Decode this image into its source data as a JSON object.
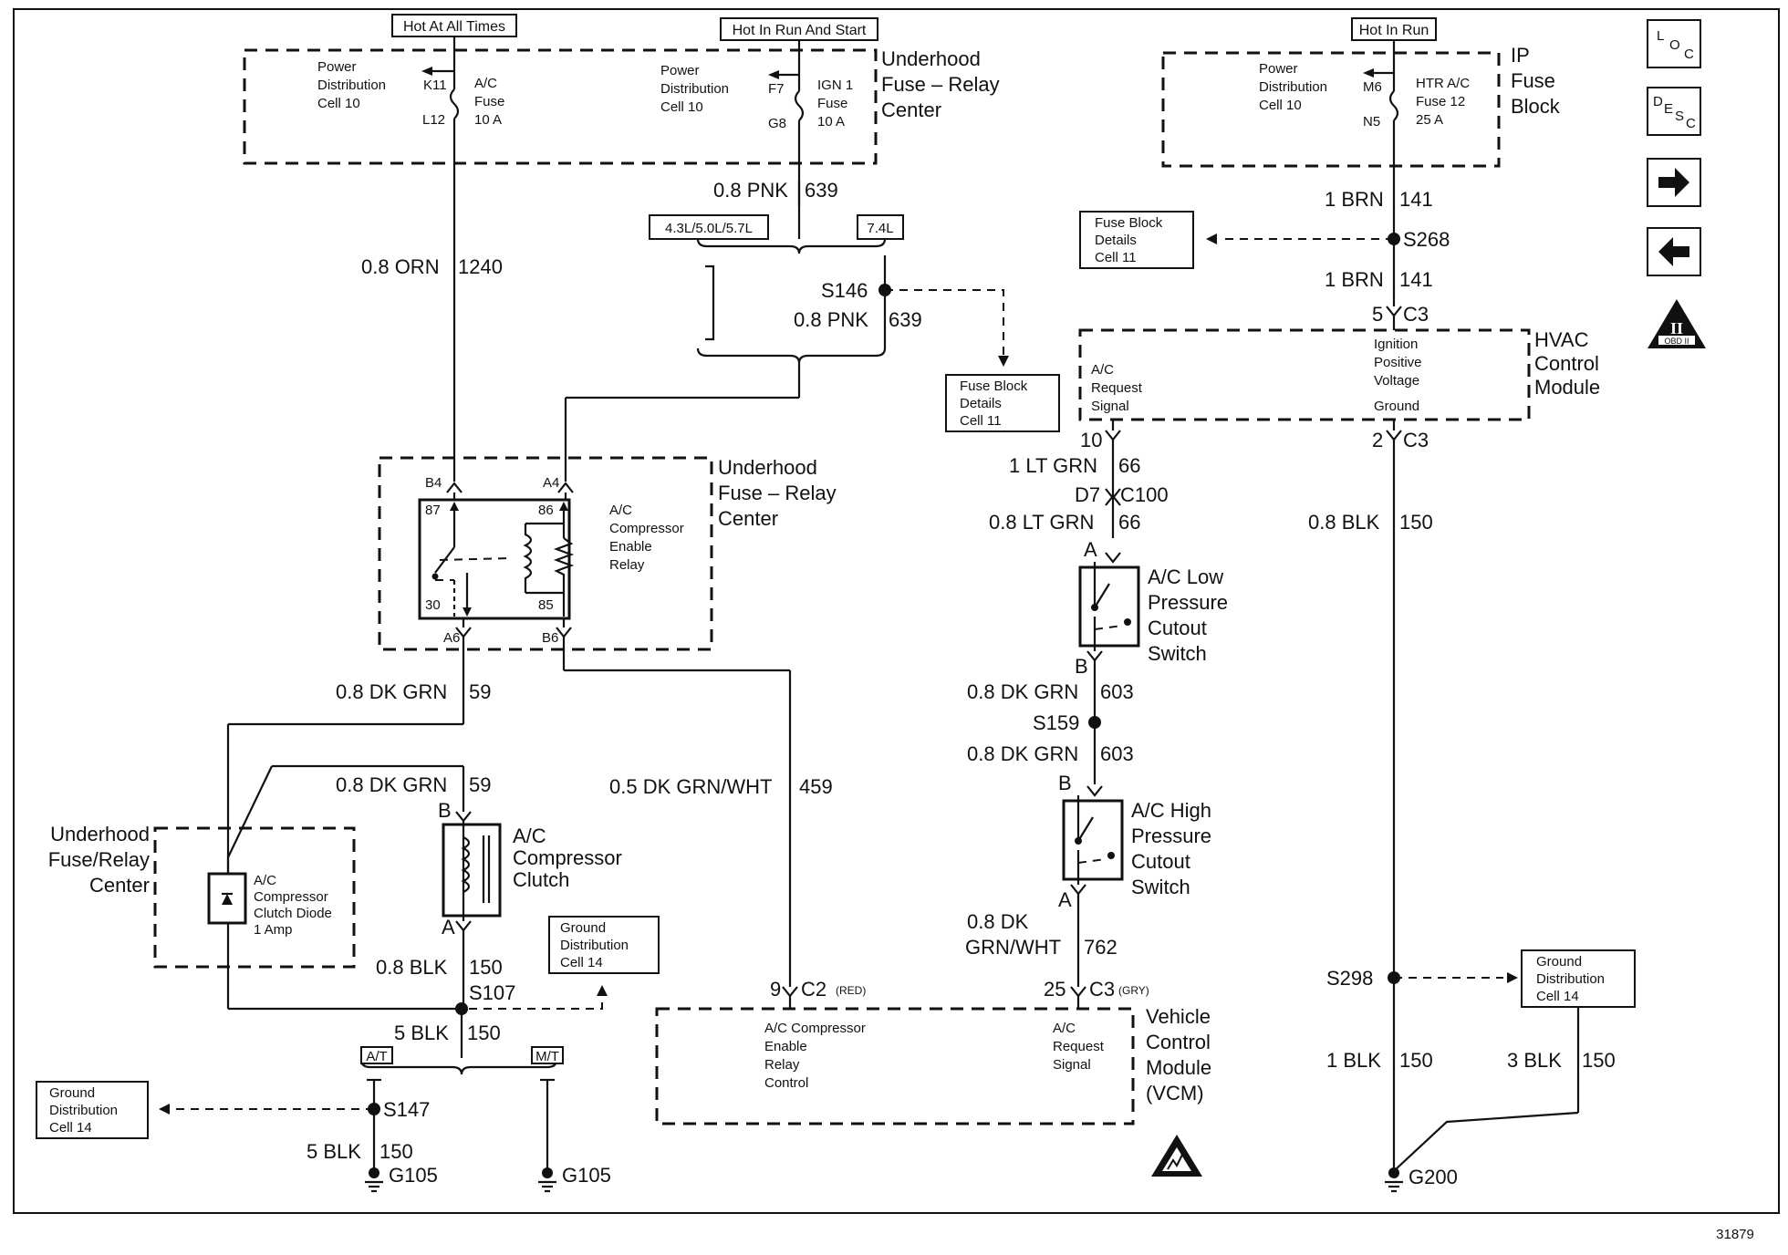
{
  "power_labels": {
    "hot_all_times": "Hot At All Times",
    "hot_run_start": "Hot In Run And Start",
    "hot_run": "Hot In Run"
  },
  "nav": {
    "loc_l": "L",
    "loc_o": "O",
    "loc_c": "C",
    "desc_d": "D",
    "desc_e": "E",
    "desc_s": "S",
    "desc_c": "C",
    "obd_big": "II",
    "obd_small": "OBD II"
  },
  "fuse_relay_left": {
    "title": [
      "Underhood",
      "Fuse – Relay",
      "Center"
    ],
    "pd1": [
      "Power",
      "Distribution",
      "Cell 10"
    ],
    "k11": "K11",
    "l12": "L12",
    "fuse_ac": [
      "A/C",
      "Fuse",
      "10 A"
    ],
    "pd2": [
      "Power",
      "Distribution",
      "Cell 10"
    ],
    "f7": "F7",
    "g8": "G8",
    "fuse_ign": [
      "IGN 1",
      "Fuse",
      "10 A"
    ]
  },
  "ip_block": {
    "title": [
      "IP",
      "Fuse",
      "Block"
    ],
    "pd": [
      "Power",
      "Distribution",
      "Cell 10"
    ],
    "m6": "M6",
    "n5": "N5",
    "fuse": [
      "HTR A/C",
      "Fuse 12",
      "25 A"
    ]
  },
  "wires": {
    "w639_top": "0.8 PNK",
    "w639_top_n": "639",
    "engine_a": "4.3L/5.0L/5.7L",
    "engine_b": "7.4L",
    "s146": "S146",
    "w639_mid": "0.8 PNK",
    "w639_mid_n": "639",
    "w1240": "0.8 ORN",
    "w1240_n": "1240",
    "w141a": "1 BRN",
    "w141a_n": "141",
    "s268": "S268",
    "w141b": "1 BRN",
    "w141b_n": "141",
    "c3_5": "5",
    "c3_5b": "C3",
    "c3_10": "10",
    "c3_2": "2",
    "c3_2b": "C3",
    "w66a": "1 LT GRN",
    "w66a_n": "66",
    "d7": "D7",
    "c100": "C100",
    "w66b": "0.8 LT GRN",
    "w66b_n": "66",
    "w150_vcm": "0.8 BLK",
    "w150_vcm_n": "150",
    "w59a": "0.8 DK GRN",
    "w59a_n": "59",
    "w59b": "0.8 DK GRN",
    "w59b_n": "59",
    "w459": "0.5 DK GRN/WHT",
    "w459_n": "459",
    "w603a": "0.8 DK GRN",
    "w603a_n": "603",
    "s159": "S159",
    "w603b": "0.8 DK GRN",
    "w603b_n": "603",
    "w762a": "0.8 DK",
    "w762b": "GRN/WHT",
    "w762_n": "762",
    "w150_clutch": "0.8 BLK",
    "w150_clutch_n": "150",
    "s107": "S107",
    "w150_5a": "5 BLK",
    "w150_5a_n": "150",
    "at": "A/T",
    "mt": "M/T",
    "s147": "S147",
    "w150_5b": "5 BLK",
    "w150_5b_n": "150",
    "g105a": "G105",
    "g105b": "G105",
    "c2_9": "9",
    "c2": "C2",
    "c2_red": "(RED)",
    "c3_25": "25",
    "c3": "C3",
    "c3_gry": "(GRY)",
    "s298": "S298",
    "w150_1": "1 BLK",
    "w150_1_n": "150",
    "w150_3": "3 BLK",
    "w150_3_n": "150",
    "g200": "G200",
    "pin_a": "A",
    "pin_b": "B",
    "pin_b4": "B4",
    "pin_a4": "A4",
    "pin_a6": "A6",
    "pin_b6": "B6"
  },
  "refs": {
    "fb_top": [
      "Fuse Block",
      "Details",
      "Cell 11"
    ],
    "fb_mid": [
      "Fuse Block",
      "Details",
      "Cell 11"
    ],
    "gd_mid": [
      "Ground",
      "Distribution",
      "Cell 14"
    ],
    "gd_left": [
      "Ground",
      "Distribution",
      "Cell 14"
    ],
    "gd_right": [
      "Ground",
      "Distribution",
      "Cell 14"
    ]
  },
  "hvac": {
    "title": [
      "HVAC",
      "Control",
      "Module"
    ],
    "ac_req": [
      "A/C",
      "Request",
      "Signal"
    ],
    "ign": [
      "Ignition",
      "Positive",
      "Voltage"
    ],
    "ground": "Ground"
  },
  "relay": {
    "title": [
      "Underhood",
      "Fuse – Relay",
      "Center"
    ],
    "name": [
      "A/C",
      "Compressor",
      "Enable",
      "Relay"
    ],
    "p87": "87",
    "p86": "86",
    "p30": "30",
    "p85": "85"
  },
  "low_switch": [
    "A/C Low",
    "Pressure",
    "Cutout",
    "Switch"
  ],
  "high_switch": [
    "A/C High",
    "Pressure",
    "Cutout",
    "Switch"
  ],
  "clutch": [
    "A/C",
    "Compressor",
    "Clutch"
  ],
  "diode_box": {
    "title": [
      "Underhood",
      "Fuse/Relay",
      "Center"
    ],
    "name": [
      "A/C",
      "Compressor",
      "Clutch Diode",
      "1 Amp"
    ]
  },
  "vcm": {
    "title": [
      "Vehicle",
      "Control",
      "Module",
      "(VCM)"
    ],
    "enable": [
      "A/C Compressor",
      "Enable",
      "Relay",
      "Control"
    ],
    "req": [
      "A/C",
      "Request",
      "Signal"
    ]
  },
  "figure_number": "31879"
}
